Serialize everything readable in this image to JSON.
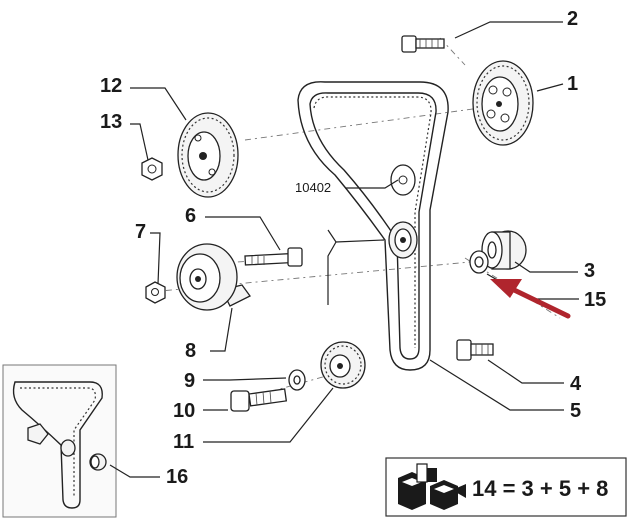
{
  "callouts": {
    "p1": "1",
    "p2": "2",
    "p3": "3",
    "p4": "4",
    "p5": "5",
    "p6": "6",
    "p7": "7",
    "p8": "8",
    "p9": "9",
    "p10": "10",
    "p11": "11",
    "p12": "12",
    "p13": "13",
    "p15": "15",
    "p16": "16",
    "code": "10402"
  },
  "kit": {
    "formula": "14 = 3 + 5 + 8"
  },
  "colors": {
    "arrow": "#b0252d",
    "ink": "#222222"
  }
}
